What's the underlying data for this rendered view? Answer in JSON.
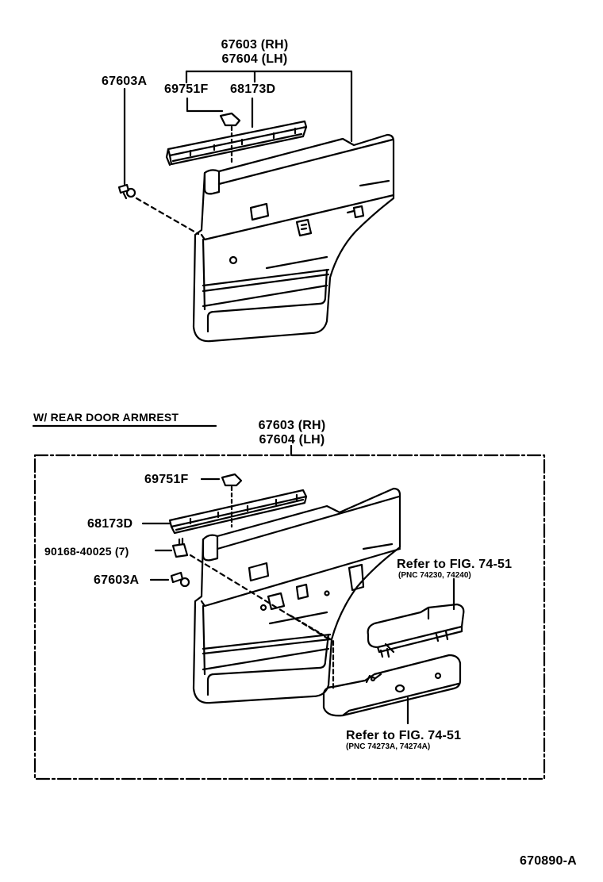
{
  "diagram_1": {
    "part_rh": "67603 (RH)",
    "part_lh": "67604 (LH)",
    "clip": "67603A",
    "fastener": "69751F",
    "weatherstrip": "68173D"
  },
  "diagram_2": {
    "header": "W/ REAR DOOR ARMREST",
    "part_rh": "67603 (RH)",
    "part_lh": "67604 (LH)",
    "fastener": "69751F",
    "weatherstrip": "68173D",
    "screw": "90168-40025 (7)",
    "clip": "67603A",
    "ref_upper": "Refer to FIG. 74-51",
    "ref_upper_pnc": "(PNC 74230, 74240)",
    "ref_lower": "Refer to FIG. 74-51",
    "ref_lower_pnc": "(PNC 74273A, 74274A)"
  },
  "figure_id": "670890-A"
}
